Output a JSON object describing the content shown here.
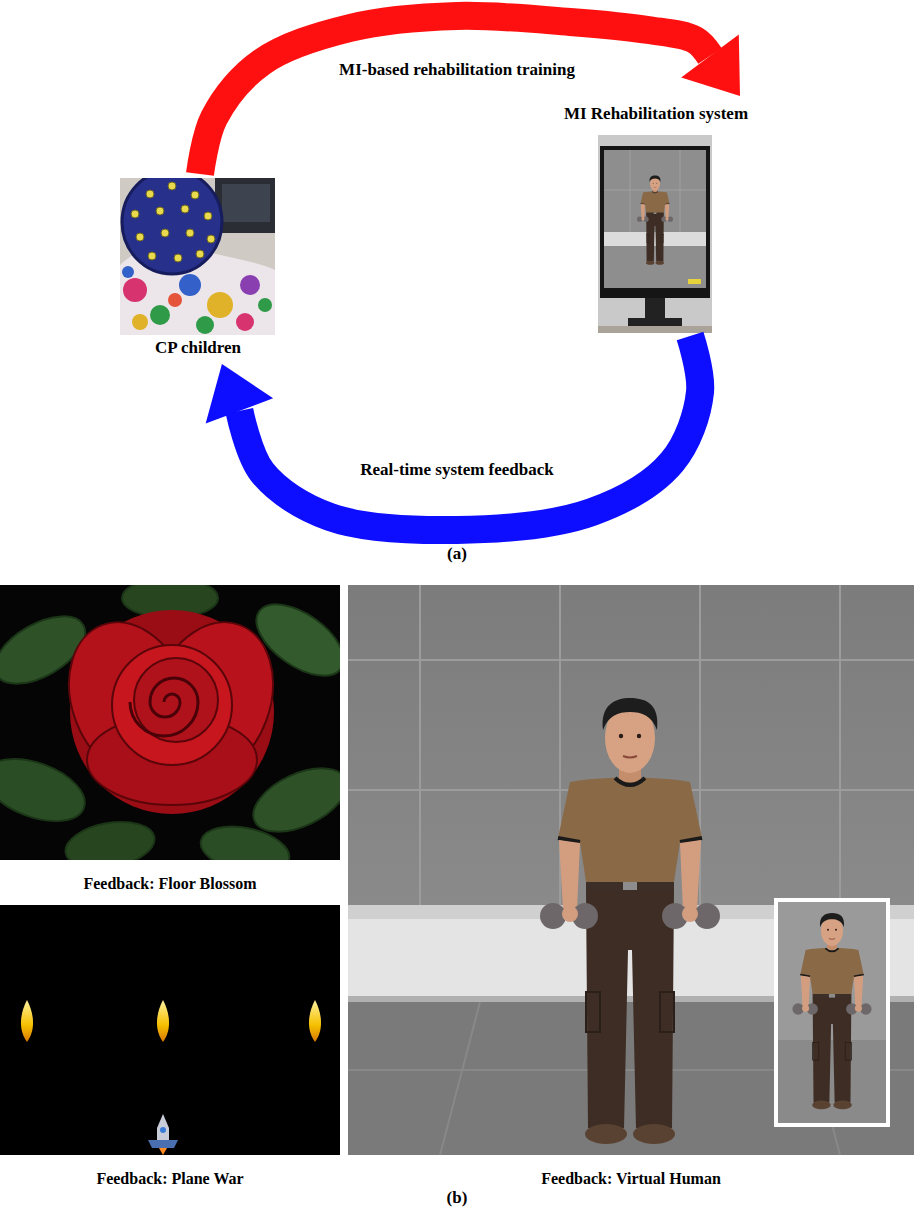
{
  "diagram": {
    "nodes": [
      {
        "text": [
          "CP children"
        ]
      },
      {
        "text": [
          "MI Rehabilitation system"
        ]
      },
      {
        "text": [
          "Feedback: Floor Blossom"
        ]
      },
      {
        "text": [
          "Feedback: Plane War"
        ]
      },
      {
        "text": [
          "Feedback: Virtual Human"
        ]
      }
    ],
    "edges": [
      {
        "from": 0,
        "to": 1,
        "label": "MI-based rehabilitation training",
        "arrow": "to"
      },
      {
        "from": 1,
        "to": 0,
        "label": "Real-time system feedback",
        "arrow": "to"
      }
    ],
    "labels": [
      "(a)",
      "(b)"
    ]
  }
}
